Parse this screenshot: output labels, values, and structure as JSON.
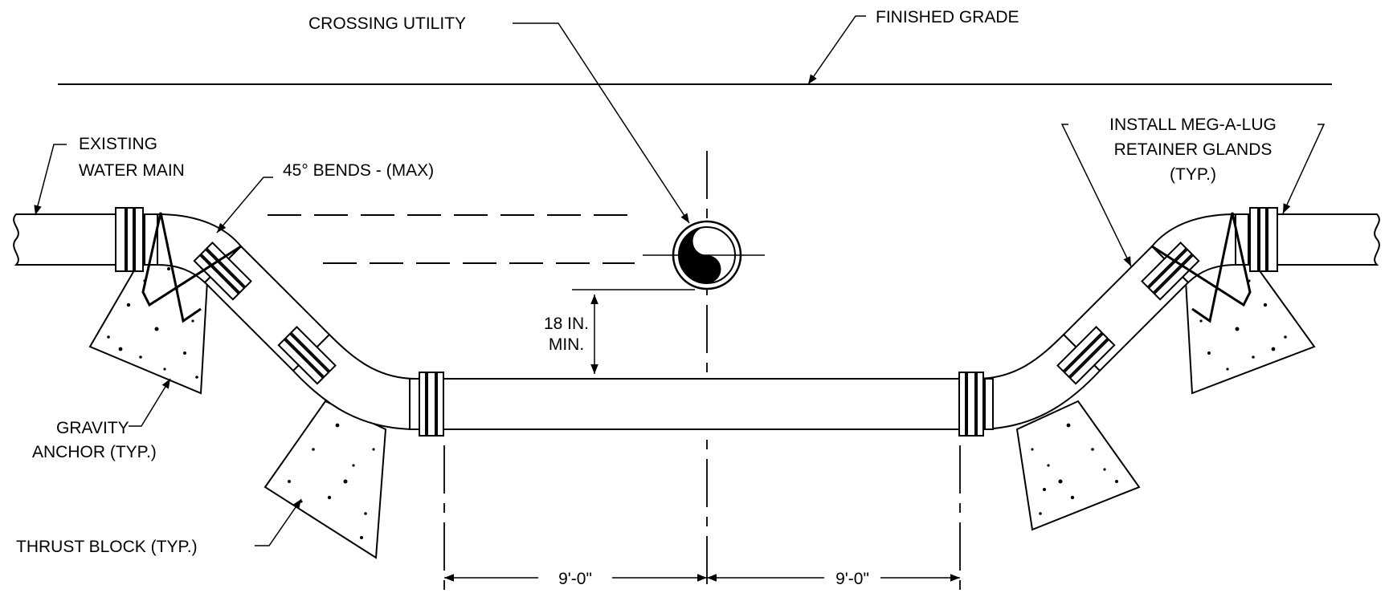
{
  "labels": {
    "crossing_utility": "CROSSING UTILITY",
    "finished_grade": "FINISHED GRADE",
    "existing_water_main_1": "EXISTING",
    "existing_water_main_2": "WATER MAIN",
    "bends": "45° BENDS - (MAX)",
    "meg_a_lug_1": "INSTALL MEG-A-LUG",
    "meg_a_lug_2": "RETAINER GLANDS",
    "meg_a_lug_3": "(TYP.)",
    "clearance_1": "18 IN.",
    "clearance_2": "MIN.",
    "gravity_anchor_1": "GRAVITY",
    "gravity_anchor_2": "ANCHOR (TYP.)",
    "thrust_block": "THRUST BLOCK (TYP.)",
    "dim_left": "9'-0\"",
    "dim_right": "9'-0\""
  }
}
